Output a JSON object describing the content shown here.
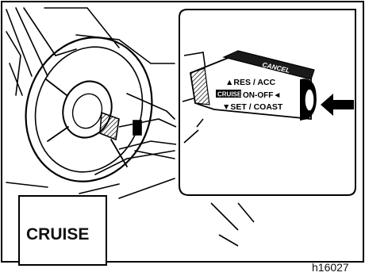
{
  "lever_labels": {
    "cancel": "CANCEL",
    "res_acc": "▲RES / ACC",
    "cruise_badge": "CRUISE",
    "on_off": "ON-OFF◄",
    "set_coast": "▼SET / COAST"
  },
  "indicator_text": "CRUISE",
  "figure_code": "h16027"
}
